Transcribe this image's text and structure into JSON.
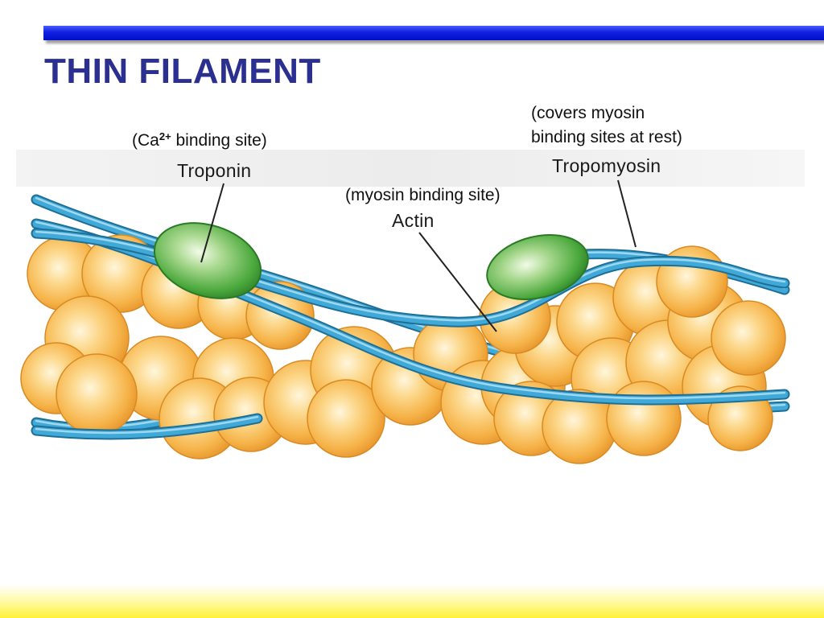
{
  "slide": {
    "title": "THIN FILAMENT",
    "colors": {
      "title": "#2b2f8f",
      "top_bar": "#0010c8",
      "bottom_band": "#fff23a",
      "actin": "#f7b445",
      "tropomyosin": "#3ea6d6",
      "troponin": "#3fa23a"
    }
  },
  "labels": {
    "troponin": {
      "note_prefix": "(Ca",
      "note_superscript": "2+",
      "note_suffix": " binding site)",
      "name": "Troponin"
    },
    "actin": {
      "note": "(myosin binding site)",
      "name": "Actin"
    },
    "tropomyosin": {
      "note_line1": "(covers myosin",
      "note_line2": "binding sites at rest)",
      "name": "Tropomyosin"
    }
  }
}
